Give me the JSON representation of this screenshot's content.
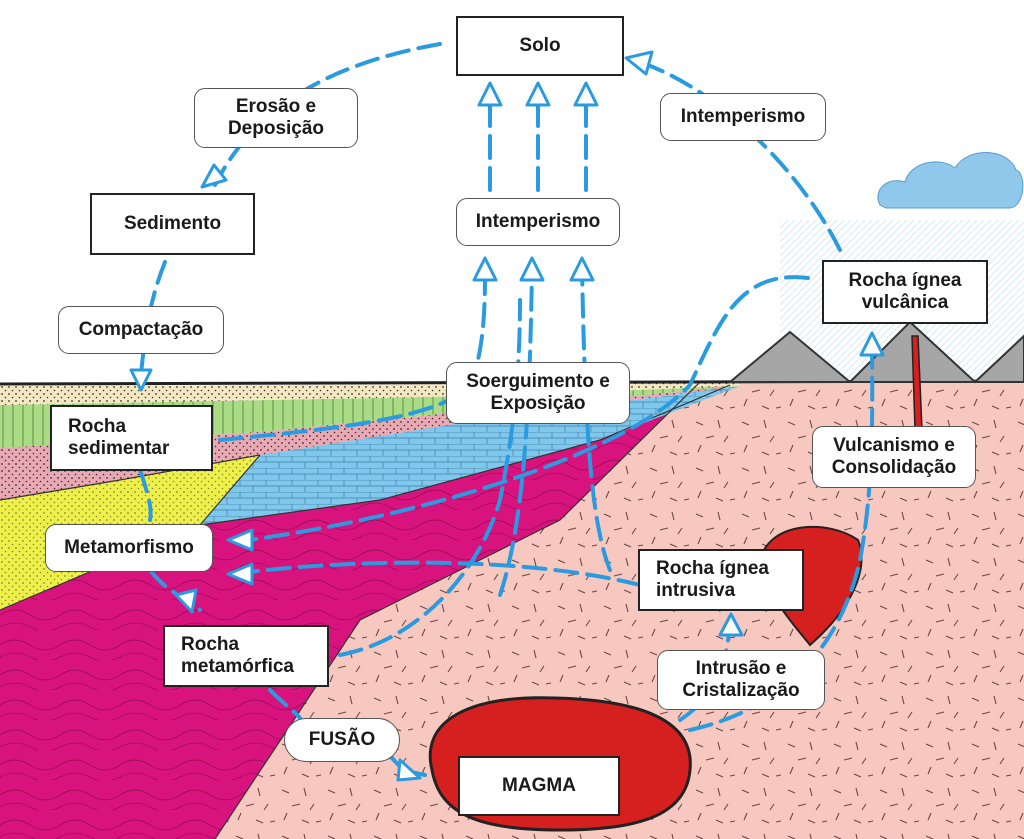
{
  "labels": {
    "solo": "Solo",
    "sedimento": "Sedimento",
    "erosao_deposicao": "Erosão e\nDeposição",
    "compactacao": "Compactação",
    "intemperismo_centro": "Intemperismo",
    "intemperismo_direita": "Intemperismo",
    "rocha_ignea_vulcanica": "Rocha ígnea\nvulcânica",
    "soerguimento_exposicao": "Soerguimento e\nExposição",
    "rocha_sedimentar": "Rocha\nsedimentar",
    "metamorfismo": "Metamorfismo",
    "vulcanismo_consolidacao": "Vulcanismo e\nConsolidação",
    "rocha_ignea_intrusiva": "Rocha ígnea\nintrusiva",
    "rocha_metamorfica": "Rocha\nmetamórfica",
    "intrusao_cristalizacao": "Intrusão e\nCristalização",
    "fusao": "FUSÃO",
    "magma": "MAGMA"
  },
  "colors": {
    "arrow": "#2a9be0",
    "magma": "#d62020",
    "metamorphic": "#d8137e",
    "sedimentary_yellow": "#eef04a",
    "limestone_blue": "#7ec8ee",
    "sandstone_pink": "#e9a9b4",
    "shale_green": "#a9dc84",
    "sand_beige": "#f3e8c2",
    "granite_pink": "#f6c8bf",
    "mountains": "#a6a6a6",
    "cloud": "#8fc8ea"
  }
}
